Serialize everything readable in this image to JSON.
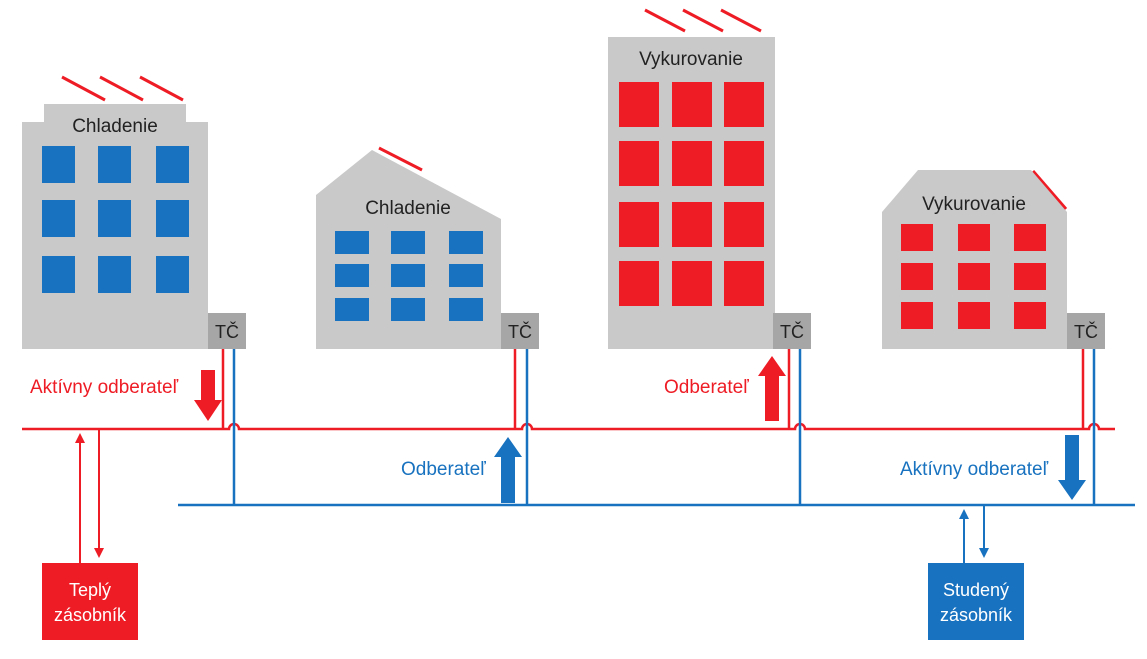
{
  "colors": {
    "warm": "#ee1c25",
    "cold": "#1872bf",
    "building": "#c9c9c9",
    "tc_box": "#a6a6a6",
    "heat_marks": "#ee1c25"
  },
  "buildings": [
    {
      "label": "Chladenie",
      "tc": "TČ",
      "window_color": "cold"
    },
    {
      "label": "Chladenie",
      "tc": "TČ",
      "window_color": "cold"
    },
    {
      "label": "Vykurovanie",
      "tc": "TČ",
      "window_color": "warm"
    },
    {
      "label": "Vykurovanie",
      "tc": "TČ",
      "window_color": "warm"
    }
  ],
  "flow_labels": {
    "b1": "Aktívny odberateľ",
    "b2": "Odberateľ",
    "b3": "Odberateľ",
    "b4": "Aktívny odberateľ"
  },
  "tanks": {
    "warm": {
      "line1": "Teplý",
      "line2": "zásobník"
    },
    "cold": {
      "line1": "Studený",
      "line2": "zásobník"
    }
  }
}
